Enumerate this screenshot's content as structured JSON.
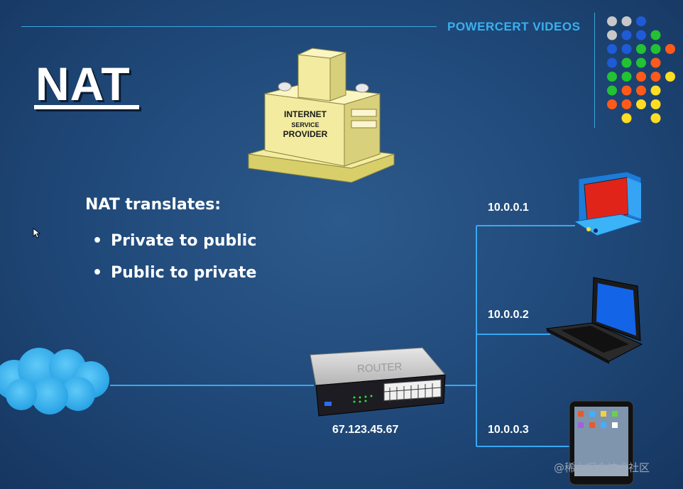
{
  "brand": "POWERCERT VIDEOS",
  "title": "NAT",
  "body": {
    "heading": "NAT translates:",
    "bullets": [
      {
        "marker": "•",
        "text": "Private to public"
      },
      {
        "marker": "•",
        "text": "Public to private"
      }
    ]
  },
  "isp": {
    "line1": "INTERNET",
    "line2": "SERVICE",
    "line3": "PROVIDER"
  },
  "router": {
    "label": "ROUTER",
    "ip": "67.123.45.67"
  },
  "devices": [
    {
      "name": "desktop-computer",
      "ip": "10.0.0.1"
    },
    {
      "name": "laptop",
      "ip": "10.0.0.2"
    },
    {
      "name": "tablet",
      "ip": "10.0.0.3"
    }
  ],
  "watermark": "@稀土掘金技术社区",
  "colors": {
    "line": "#3aa8f0",
    "brand": "#3ab0ee",
    "dots": [
      "#c8c8c8",
      "#1f5bd6",
      "#22c233",
      "#ff5a1a",
      "#ffdd22"
    ]
  }
}
